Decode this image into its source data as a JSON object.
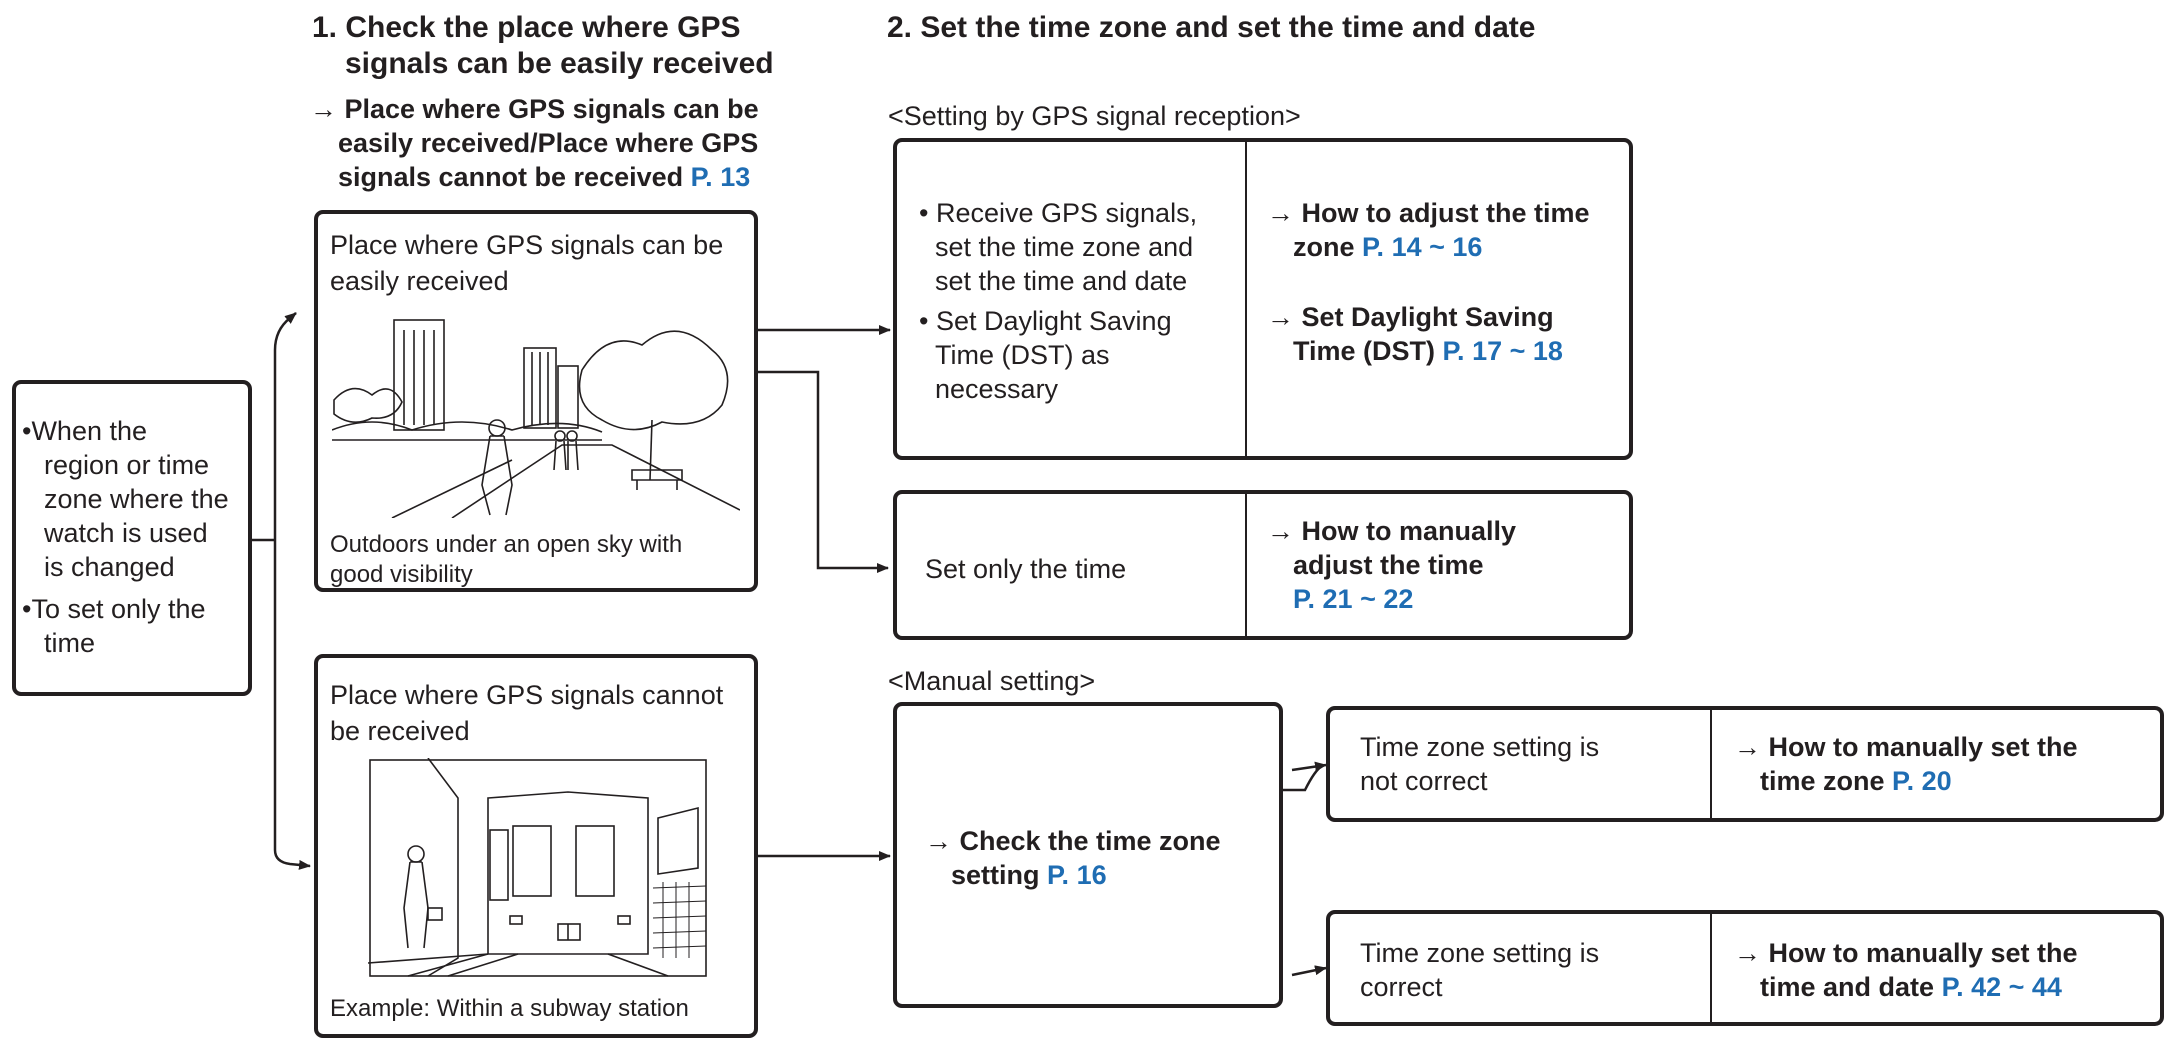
{
  "step1": {
    "title_line1": "1. Check the place where GPS",
    "title_line2": "signals can be easily received",
    "ref_line1": "→ Place where GPS signals can be",
    "ref_line2": "easily received/Place where GPS",
    "ref_line3": "signals cannot be received",
    "ref_page": "P. 13"
  },
  "step2": {
    "title": "2. Set the time zone and set the time and date",
    "gps_section": "<Setting by GPS signal reception>",
    "manual_section": "<Manual setting>"
  },
  "left_box": {
    "l1": "•When the",
    "l2": "region or time",
    "l3": "zone where the",
    "l4": "watch is used",
    "l5": "is changed",
    "l6": "•To set only the",
    "l7": "time"
  },
  "place_good": {
    "title1": "Place where GPS signals can be",
    "title2": "easily received",
    "caption1": "Outdoors under an open sky with",
    "caption2": "good visibility"
  },
  "place_bad": {
    "title1": "Place where GPS signals cannot",
    "title2": "be received",
    "caption": "Example: Within a subway station"
  },
  "gps_box": {
    "left_l1": "• Receive GPS signals,",
    "left_l2": "set the time zone and",
    "left_l3": "set the time and date",
    "left_l4": "• Set Daylight Saving",
    "left_l5": "Time (DST) as",
    "left_l6": "necessary",
    "right_a1": "→ How to adjust the time",
    "right_a2": "zone",
    "right_a_page": "P. 14 ~ 16",
    "right_b1": "→ Set Daylight Saving",
    "right_b2": "Time (DST)",
    "right_b_page": "P. 17 ~ 18"
  },
  "time_only_box": {
    "left": "Set only the time",
    "right1": "→ How to manually",
    "right2": "adjust the time",
    "right_page": "P. 21 ~ 22"
  },
  "check_box": {
    "l1": "→ Check the time zone",
    "l2": "setting",
    "page": "P. 16"
  },
  "tz_wrong_box": {
    "left1": "Time zone setting is",
    "left2": "not correct",
    "right1": "→ How to manually set the",
    "right2": "time zone",
    "right_page": "P. 20"
  },
  "tz_ok_box": {
    "left1": "Time zone setting is",
    "left2": "correct",
    "right1": "→ How to manually set the",
    "right2": "time and date",
    "right_page": "P. 42 ~ 44"
  },
  "colors": {
    "ink": "#231f20",
    "page_ref": "#1f6db3"
  }
}
